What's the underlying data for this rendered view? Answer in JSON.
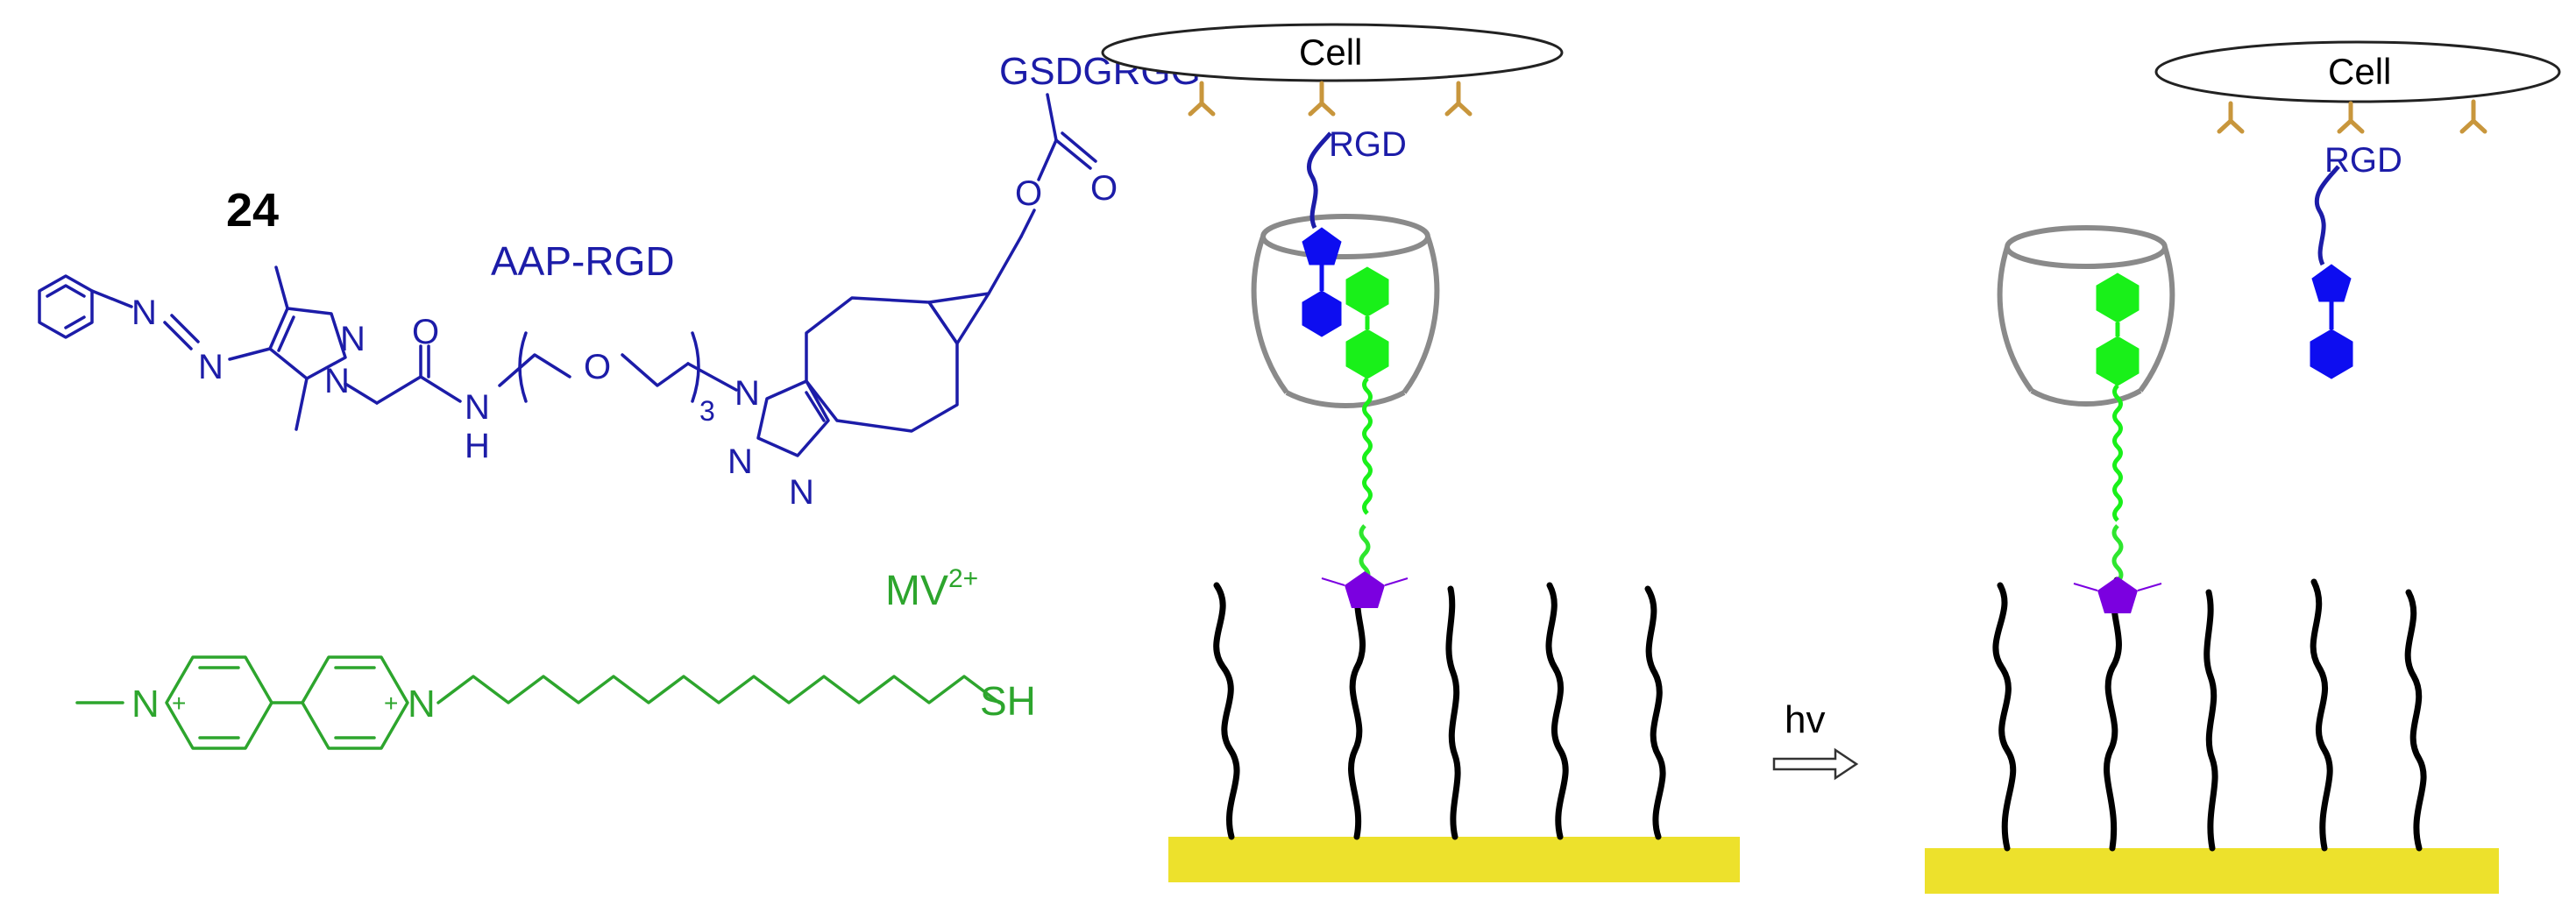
{
  "compound": {
    "number": "24",
    "name": "AAP-RGD",
    "peptide": "GSDGRGG",
    "carbonyl_o": "O",
    "ester_o": "O",
    "amide_o": "O",
    "ether_o": "O",
    "repeat": "3",
    "nitrogen": "N",
    "amide_h": "H"
  },
  "viologen": {
    "label": "MV",
    "charge": "2+",
    "plus": "+",
    "thiol": "SH",
    "nitrogen": "N"
  },
  "scheme": {
    "cell_label": "Cell",
    "ligand_label": "RGD",
    "light_label": "hv"
  },
  "colors": {
    "azo_blue": "#1c1ca8",
    "viologen_green": "#2da52d",
    "guest_green": "#19f019",
    "anchor_purple": "#7b00e0",
    "receptor_orange": "#c8963c",
    "gold_surface": "#ede12c"
  }
}
